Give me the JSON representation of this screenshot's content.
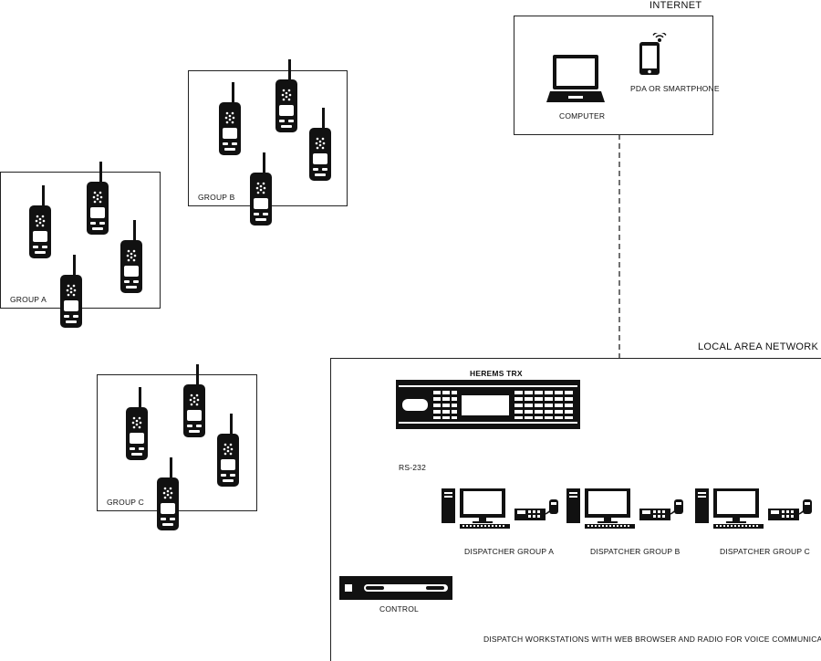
{
  "internet": {
    "title": "INTERNET",
    "computer_label": "COMPUTER",
    "pda_label": "PDA OR SMARTPHONE"
  },
  "groups": {
    "a_label": "GROUP A",
    "b_label": "GROUP B",
    "c_label": "GROUP C"
  },
  "lan": {
    "title": "LOCAL AREA NETWORK",
    "trx_label": "HEREMS TRX",
    "rs232_label": "RS-232",
    "control_label": "CONTROL",
    "dispatchers": [
      {
        "label": "DISPATCHER GROUP A"
      },
      {
        "label": "DISPATCHER GROUP B"
      },
      {
        "label": "DISPATCHER GROUP C"
      }
    ],
    "footnote": "DISPATCH WORKSTATIONS WITH WEB BROWSER AND RADIO FOR VOICE COMMUNICATION"
  }
}
